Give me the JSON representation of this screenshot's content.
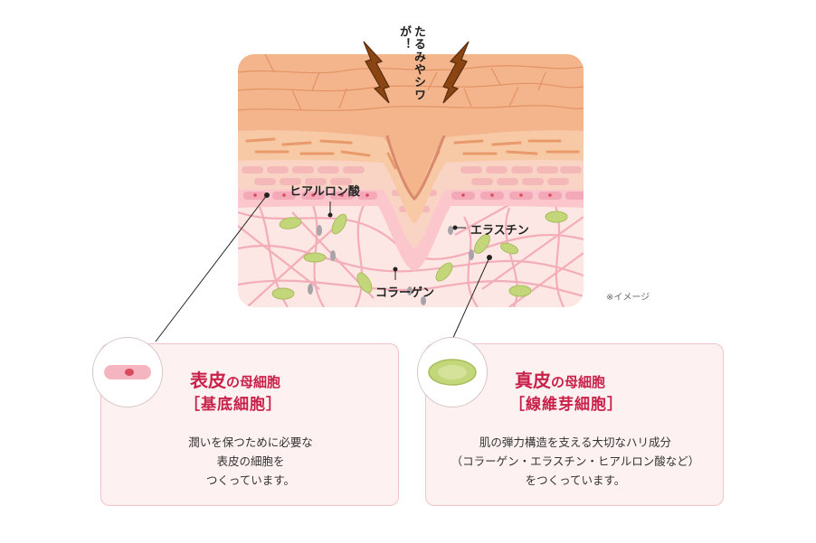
{
  "diagram": {
    "exclamation": "たるみやシワが！",
    "labels": {
      "hyaluronic": "ヒアルロン酸",
      "elastin": "エラスチン",
      "collagen": "コラーゲン"
    },
    "note": "※イメージ"
  },
  "cards": [
    {
      "title_main": "表皮",
      "title_suffix": "の母細胞",
      "subtitle": "［基底細胞］",
      "body": [
        "潤いを保つために必要な",
        "表皮の細胞を",
        "つくっています。"
      ]
    },
    {
      "title_main": "真皮",
      "title_suffix": "の母細胞",
      "subtitle": "［線維芽細胞］",
      "body": [
        "肌の弾力構造を支える大切なハリ成分",
        "（コラーゲン・エラスチン・ヒアルロン酸など）",
        "をつくっています。"
      ]
    }
  ],
  "colors": {
    "accent": "#c8214a",
    "card_bg": "#fdf1f1",
    "card_border": "#f1c4c8",
    "epidermis": "#f4b48c",
    "dermis": "#fde7e4",
    "fiber": "#f2a7b4",
    "fibroblast": "#c4d67a",
    "basal_cell": "#f3a9b8"
  },
  "icons": [
    "crack-icon",
    "basal-cell-icon",
    "fibroblast-icon"
  ]
}
